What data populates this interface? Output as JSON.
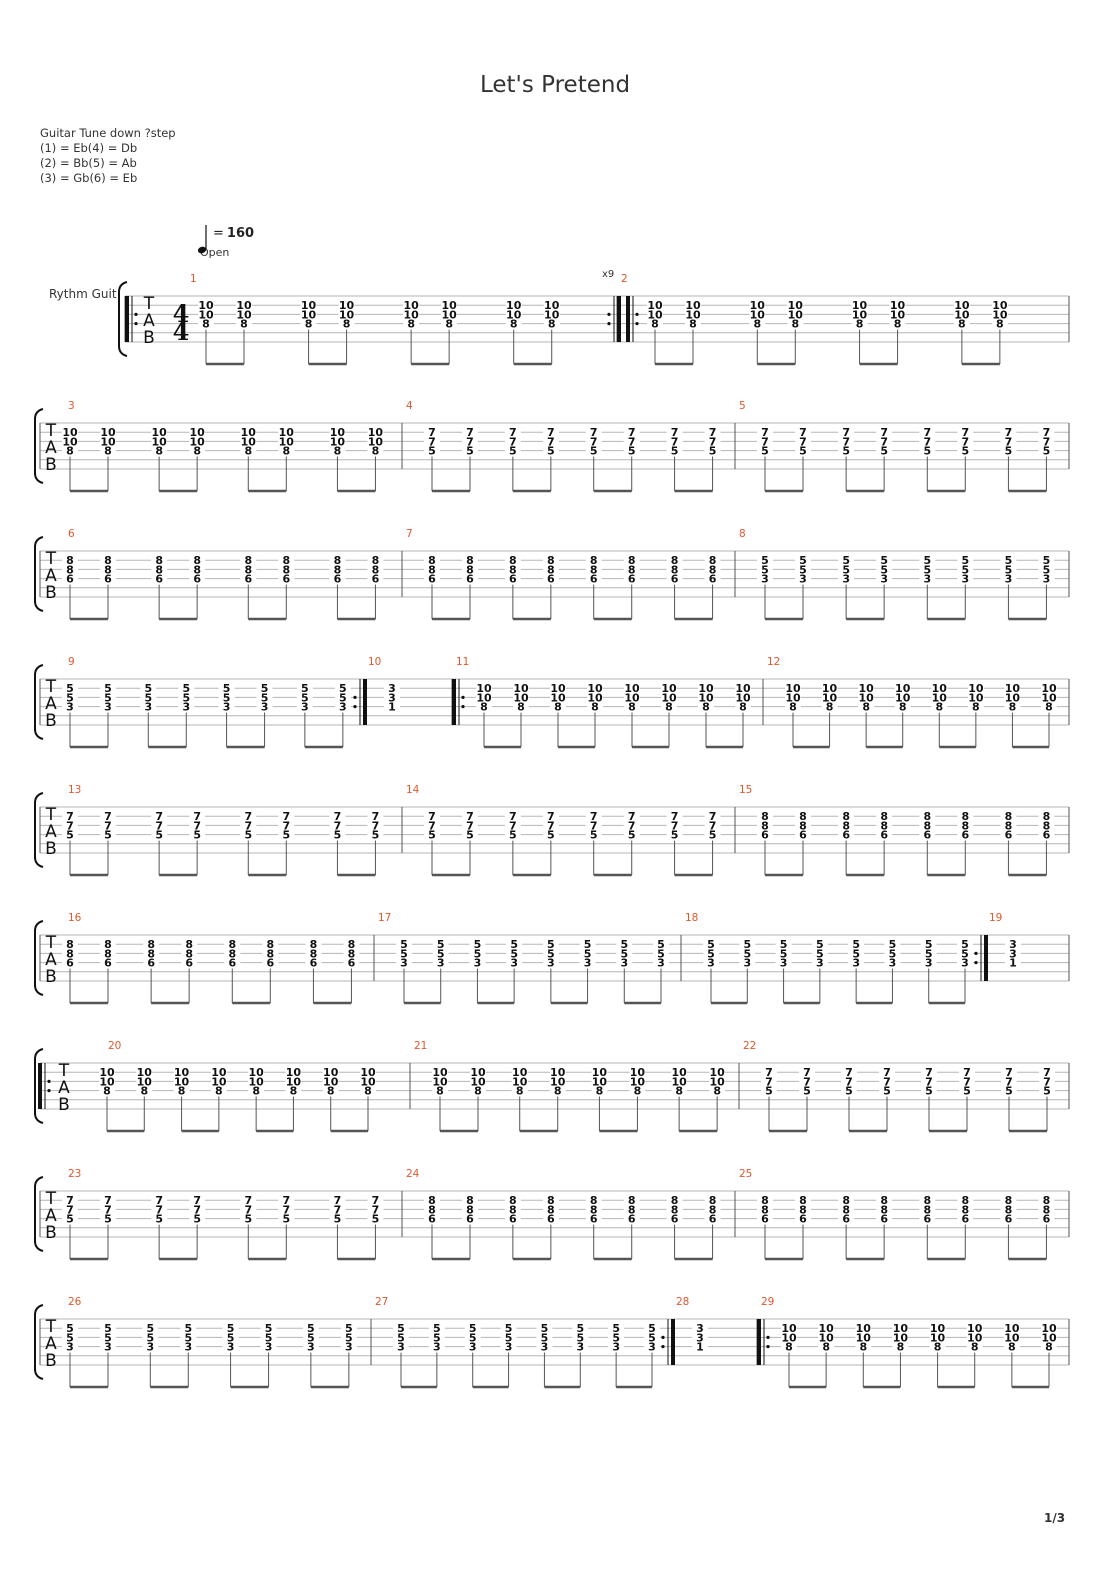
{
  "title": "Let's Pretend",
  "tuning": {
    "header": "Guitar Tune down ?step",
    "lines": [
      "(1) = Eb(4) = Db",
      "(2) = Bb(5) = Ab",
      "(3) = Gb(6) = Eb"
    ]
  },
  "tempo": {
    "symbol": "quarter-note",
    "equals": "=",
    "bpm": "160",
    "label": "Open"
  },
  "instrument": "Rythm Guit",
  "repeat_count": "x9",
  "page_number": "1/3",
  "tab_letters": [
    "T",
    "A",
    "B"
  ],
  "time_signature": {
    "top": "4",
    "bottom": "4"
  },
  "chords": {
    "A": [
      "10",
      "10",
      "8"
    ],
    "B": [
      "7",
      "7",
      "5"
    ],
    "C": [
      "8",
      "8",
      "6"
    ],
    "D": [
      "5",
      "5",
      "3"
    ],
    "E": [
      "3",
      "3",
      "1"
    ]
  },
  "measures": [
    {
      "number": "1",
      "chord": "A"
    },
    {
      "number": "2",
      "chord": "A"
    },
    {
      "number": "3",
      "chord": "A"
    },
    {
      "number": "4",
      "chord": "B"
    },
    {
      "number": "5",
      "chord": "B"
    },
    {
      "number": "6",
      "chord": "C"
    },
    {
      "number": "7",
      "chord": "C"
    },
    {
      "number": "8",
      "chord": "D"
    },
    {
      "number": "9",
      "chord": "D"
    },
    {
      "number": "10",
      "chord": "E"
    },
    {
      "number": "11",
      "chord": "A"
    },
    {
      "number": "12",
      "chord": "A"
    },
    {
      "number": "13",
      "chord": "B"
    },
    {
      "number": "14",
      "chord": "B"
    },
    {
      "number": "15",
      "chord": "C"
    },
    {
      "number": "16",
      "chord": "C"
    },
    {
      "number": "17",
      "chord": "D"
    },
    {
      "number": "18",
      "chord": "D"
    },
    {
      "number": "19",
      "chord": "E"
    },
    {
      "number": "20",
      "chord": "A"
    },
    {
      "number": "21",
      "chord": "A"
    },
    {
      "number": "22",
      "chord": "B"
    },
    {
      "number": "23",
      "chord": "B"
    },
    {
      "number": "24",
      "chord": "C"
    },
    {
      "number": "25",
      "chord": "C"
    },
    {
      "number": "26",
      "chord": "D"
    },
    {
      "number": "27",
      "chord": "D"
    },
    {
      "number": "28",
      "chord": "E"
    },
    {
      "number": "29",
      "chord": "A"
    }
  ]
}
